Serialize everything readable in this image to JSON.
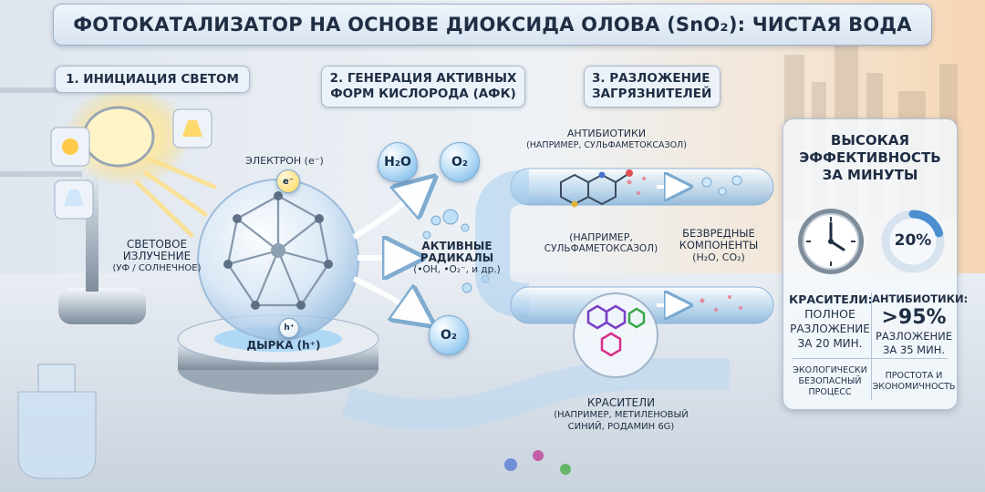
{
  "title": "ФОТОКАТАЛИЗАТОР НА ОСНОВЕ ДИОКСИДА ОЛОВА (SnO₂): ЧИСТАЯ ВОДА",
  "steps": {
    "step1": "1. ИНИЦИАЦИЯ СВЕТОМ",
    "step2_line1": "2. ГЕНЕРАЦИЯ АКТИВНЫХ",
    "step2_line2": "ФОРМ КИСЛОРОДА (АФК)",
    "step3_line1": "3. РАЗЛОЖЕНИЕ",
    "step3_line2": "ЗАГРЯЗНИТЕЛЕЙ"
  },
  "light": {
    "label_line1": "СВЕТОВОЕ",
    "label_line2": "ИЗЛУЧЕНИЕ",
    "label_line3": "(УФ / СОЛНЕЧНОЕ)"
  },
  "catalyst": {
    "electron_label": "ЭЛЕКТРОН (e⁻)",
    "electron_symbol": "e⁻",
    "hole_label": "ДЫРКА (h⁺)",
    "hole_symbol": "h⁺"
  },
  "ros": {
    "h2o": "H₂O",
    "o2_top": "O₂",
    "o2_bottom": "O₂",
    "radicals_line1": "АКТИВНЫЕ",
    "radicals_line2": "РАДИКАЛЫ",
    "radicals_line3": "(•OH, •O₂⁻, и др.)"
  },
  "pollutants": {
    "antibiotics_title": "АНТИБИОТИКИ",
    "antibiotics_example": "(НАПРИМЕР, СУЛЬФАМЕТОКСАЗОЛ)",
    "antibiotics_example2_line1": "(НАПРИМЕР,",
    "antibiotics_example2_line2": "СУЛЬФАМЕТОКСАЗОЛ)",
    "harmless_line1": "БЕЗВРЕДНЫЕ",
    "harmless_line2": "КОМПОНЕНТЫ",
    "harmless_line3": "(H₂O, CO₂)",
    "dyes_title": "КРАСИТЕЛИ",
    "dyes_example_line1": "(НАПРИМЕР, МЕТИЛЕНОВЫЙ",
    "dyes_example_line2": "СИНИЙ, РОДАМИН 6G)"
  },
  "efficiency": {
    "heading_line1": "ВЫСОКАЯ",
    "heading_line2": "ЭФФЕКТИВНОСТЬ",
    "heading_line3": "ЗА МИНУТЫ",
    "progress_label": "20%",
    "progress_fraction": 0.2,
    "dyes_line1": "КРАСИТЕЛИ:",
    "dyes_line2": "ПОЛНОЕ",
    "dyes_line3": "РАЗЛОЖЕНИЕ",
    "dyes_line4": "ЗА 20 МИН.",
    "antibiotics_line1": "АНТИБИОТИКИ:",
    "antibiotics_value": ">95%",
    "antibiotics_line3": "РАЗЛОЖЕНИЕ",
    "antibiotics_line4": "ЗА 35 МИН.",
    "eco_line1": "ЭКОЛОГИЧЕСКИ",
    "eco_line2": "БЕЗОПАСНЫЙ",
    "eco_line3": "ПРОЦЕСС",
    "cost_line1": "ПРОСТОТА И",
    "cost_line2": "ЭКОНОМИЧНОСТЬ"
  },
  "colors": {
    "accent_light": "#ffd65a",
    "radical_blue": "#6fb2e6",
    "progress_ring": "#4b8fd1",
    "ring_track": "#d7e3ef"
  }
}
